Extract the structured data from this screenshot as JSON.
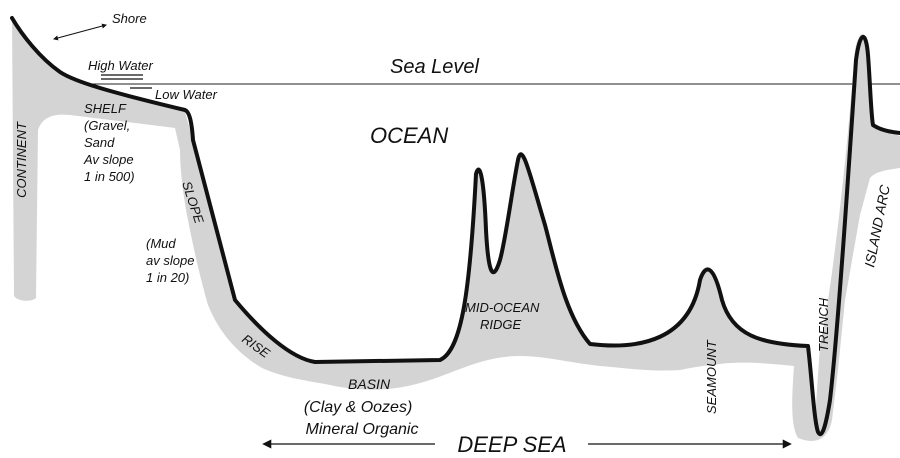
{
  "labels": {
    "shore": "Shore",
    "high_water": "High Water",
    "sea_level": "Sea Level",
    "low_water": "Low Water",
    "continent": "CONTINENT",
    "shelf": [
      "SHELF",
      "(Gravel,",
      "Sand",
      "Av slope",
      "1 in 500)"
    ],
    "ocean": "OCEAN",
    "slope": "SLOPE",
    "mud": [
      "(Mud",
      "av slope",
      "1 in 20)"
    ],
    "rise": "RISE",
    "mid_ocean_ridge": [
      "MID-OCEAN",
      "RIDGE"
    ],
    "basin": [
      "BASIN",
      "(Clay & Oozes)",
      "Mineral Organic"
    ],
    "seamount": "SEAMOUNT",
    "trench": "TRENCH",
    "island_arc": "ISLAND ARC",
    "deep_sea": "DEEP SEA"
  },
  "colors": {
    "seafloor_fill": "#d4d4d4",
    "outline": "#111111",
    "sea_level_line": "#222222",
    "background": "#ffffff"
  }
}
